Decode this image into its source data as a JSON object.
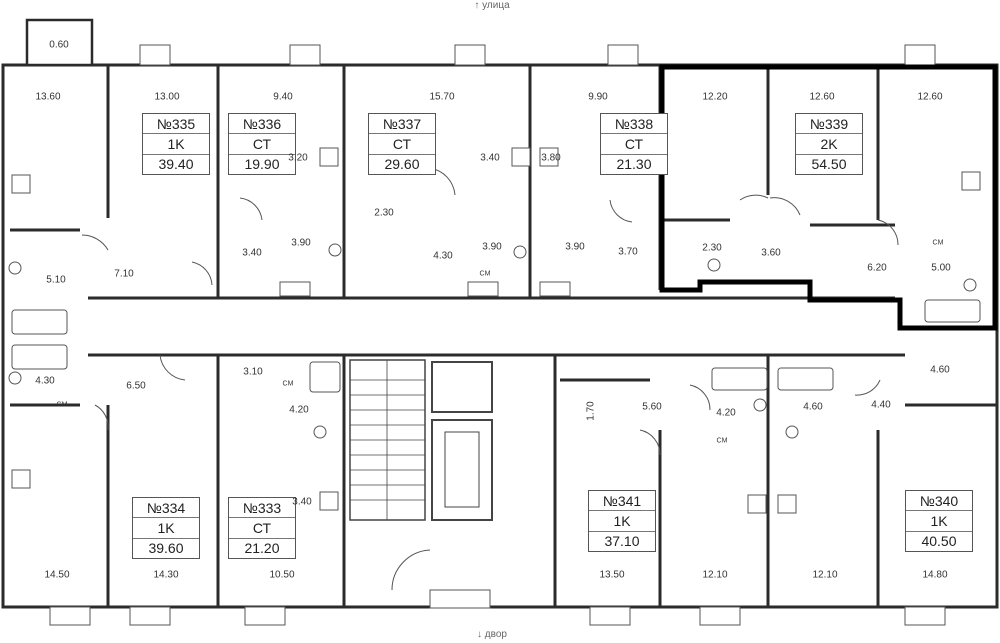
{
  "orientation": {
    "top": "улица",
    "bottom": "двор"
  },
  "apartments": [
    {
      "number": "№335",
      "type": "1K",
      "area": "39.40"
    },
    {
      "number": "№336",
      "type": "СТ",
      "area": "19.90"
    },
    {
      "number": "№337",
      "type": "СТ",
      "area": "29.60"
    },
    {
      "number": "№338",
      "type": "СТ",
      "area": "21.30"
    },
    {
      "number": "№339",
      "type": "2K",
      "area": "54.50",
      "highlighted": true
    },
    {
      "number": "№334",
      "type": "1K",
      "area": "39.60"
    },
    {
      "number": "№333",
      "type": "СТ",
      "area": "21.20"
    },
    {
      "number": "№341",
      "type": "1K",
      "area": "37.10"
    },
    {
      "number": "№340",
      "type": "1K",
      "area": "40.50"
    }
  ],
  "room_areas": [
    "0.60",
    "13.60",
    "13.00",
    "9.40",
    "15.70",
    "9.90",
    "12.20",
    "12.60",
    "12.60",
    "3.20",
    "3.40",
    "3.80",
    "2.30",
    "3.40",
    "3.90",
    "3.90",
    "3.90",
    "4.30",
    "3.70",
    "2.30",
    "3.60",
    "6.20",
    "5.00",
    "5.10",
    "7.10",
    "4.30",
    "6.50",
    "3.10",
    "4.20",
    "3.40",
    "1.70",
    "5.60",
    "4.20",
    "4.60",
    "4.40",
    "4.60",
    "14.50",
    "14.30",
    "10.50",
    "13.50",
    "12.10",
    "12.10",
    "14.80"
  ],
  "fixture_labels": {
    "washer": "CM"
  },
  "colors": {
    "walls": "#2b2b2b",
    "highlight": "#000000",
    "fixtures": "#555555"
  }
}
